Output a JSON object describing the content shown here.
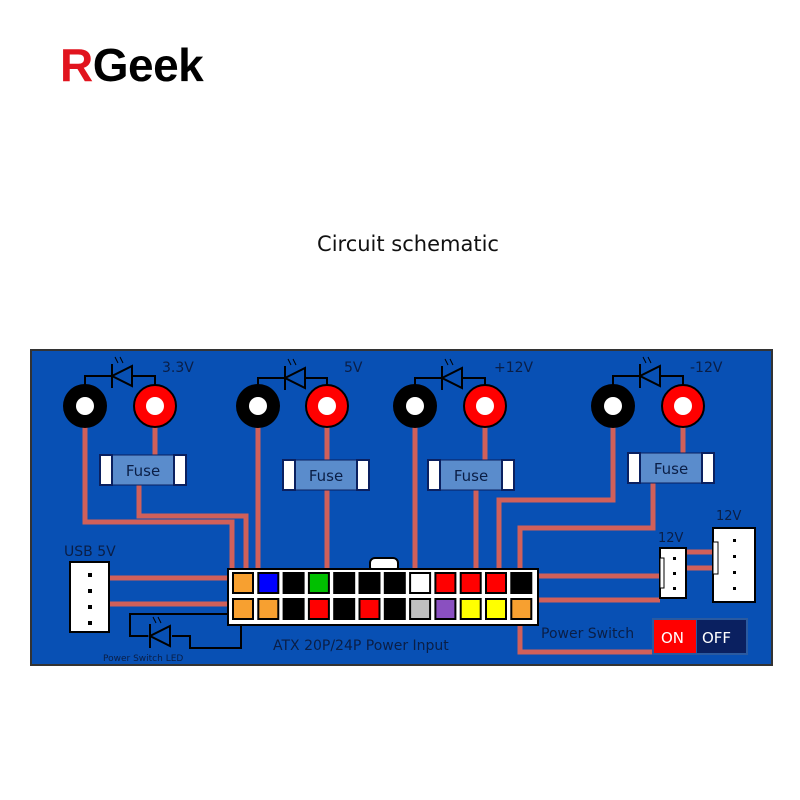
{
  "logo": {
    "prefix": "R",
    "rest": "Geek"
  },
  "title": "Circuit schematic",
  "colors": {
    "board": "#0850b4",
    "trace": "#d0605a",
    "logo_red": "#e1141e",
    "fuse": "#5a8ccc",
    "switch_on": "#ff0000",
    "switch_off": "#0a2060"
  },
  "terminals": [
    {
      "label": "3.3V"
    },
    {
      "label": "5V"
    },
    {
      "label": "+12V"
    },
    {
      "label": "-12V"
    }
  ],
  "fuse_label": "Fuse",
  "usb_label": "USB 5V",
  "led_label": "Power Switch LED",
  "atx_label": "ATX 20P/24P Power Input",
  "atx_pins": {
    "top": [
      "#f7a030",
      "#0000ff",
      "#000000",
      "#00c000",
      "#000000",
      "#000000",
      "#000000",
      "#ffffff",
      "#ff0000",
      "#ff0000",
      "#ff0000",
      "#000000"
    ],
    "bottom": [
      "#f7a030",
      "#f7a030",
      "#000000",
      "#ff0000",
      "#000000",
      "#ff0000",
      "#000000",
      "#c0c0c0",
      "#8a50c0",
      "#ffff00",
      "#ffff00",
      "#f7a030"
    ]
  },
  "connector_12v_small": "12V",
  "connector_12v_large": "12V",
  "power_switch_label": "Power Switch",
  "switch": {
    "on": "ON",
    "off": "OFF"
  }
}
